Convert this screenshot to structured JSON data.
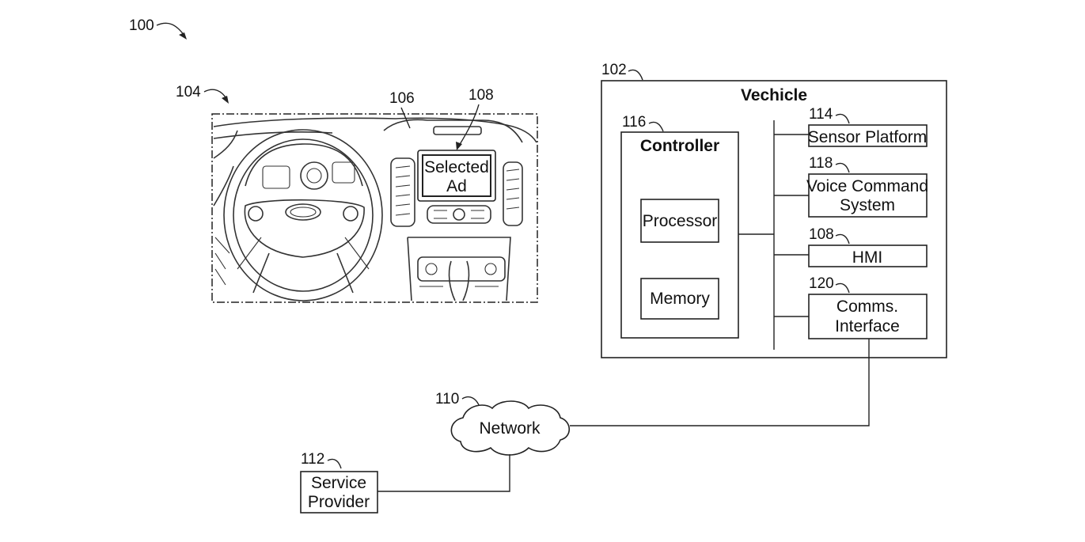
{
  "refs": {
    "system": "100",
    "vehicle": "102",
    "cabin": "104",
    "dashboard": "106",
    "hmi_display": "108",
    "network": "110",
    "service_provider": "112",
    "sensor_platform": "114",
    "controller": "116",
    "voice_command": "118",
    "hmi": "108",
    "comms_interface": "120"
  },
  "labels": {
    "vehicle": "Vechicle",
    "controller": "Controller",
    "processor": "Processor",
    "memory": "Memory",
    "sensor_platform": "Sensor Platform",
    "voice_command_line1": "Voice Command",
    "voice_command_line2": "System",
    "hmi": "HMI",
    "comms_line1": "Comms.",
    "comms_line2": "Interface",
    "network": "Network",
    "service_line1": "Service",
    "service_line2": "Provider",
    "screen_line1": "Selected",
    "screen_line2": "Ad"
  }
}
